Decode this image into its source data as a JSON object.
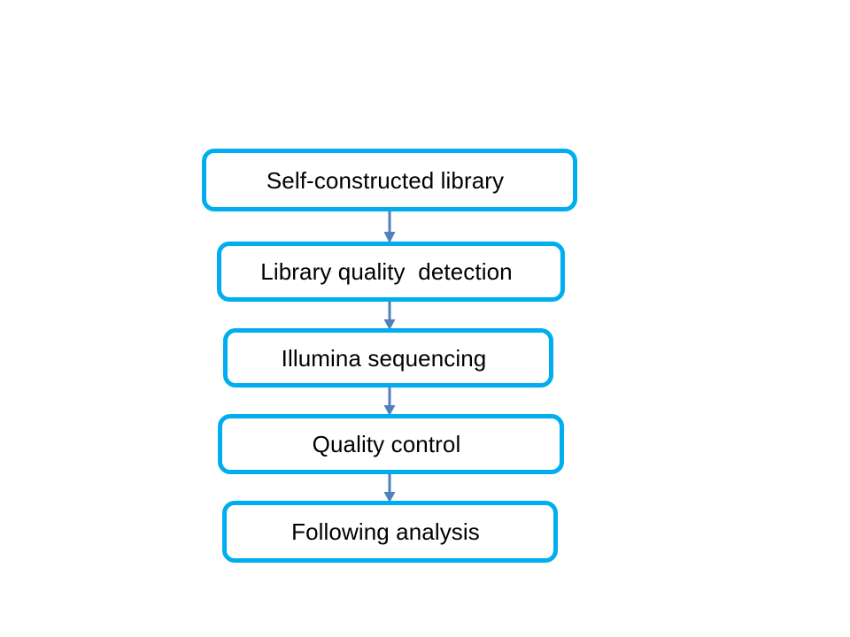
{
  "diagram": {
    "type": "flowchart",
    "orientation": "vertical",
    "title": "",
    "background_color": "#FFFFFF",
    "node_border_color": "#00AEEF",
    "node_fill_color": "#FFFFFF",
    "node_text_color": "#000000",
    "connector_color": "#4F81BD",
    "nodes": [
      {
        "id": "self-constructed-library",
        "label": "Self-constructed library"
      },
      {
        "id": "library-quality-detection",
        "label": "Library quality  detection"
      },
      {
        "id": "illumina-sequencing",
        "label": "Illumina sequencing"
      },
      {
        "id": "quality-control",
        "label": "Quality control"
      },
      {
        "id": "following-analysis",
        "label": "Following analysis"
      }
    ],
    "connectors": [
      {
        "id": "arrow-1",
        "from": "self-constructed-library",
        "to": "library-quality-detection",
        "shape": "down-arrow"
      },
      {
        "id": "arrow-2",
        "from": "library-quality-detection",
        "to": "illumina-sequencing",
        "shape": "down-arrow"
      },
      {
        "id": "arrow-3",
        "from": "illumina-sequencing",
        "to": "quality-control",
        "shape": "down-arrow"
      },
      {
        "id": "arrow-4",
        "from": "quality-control",
        "to": "following-analysis",
        "shape": "down-arrow"
      }
    ]
  }
}
